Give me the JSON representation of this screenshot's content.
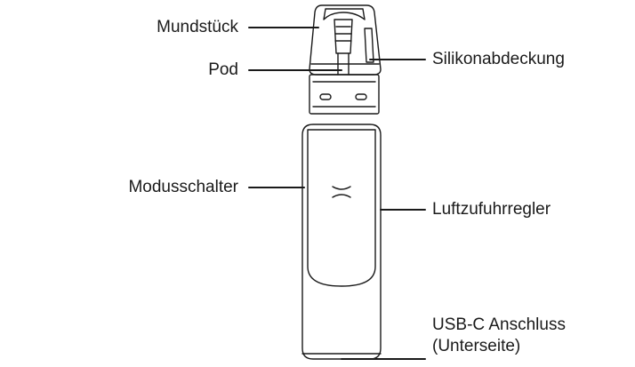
{
  "labels": {
    "mouthpiece": "Mundstück",
    "pod": "Pod",
    "silicone_cover": "Silikonabdeckung",
    "mode_switch": "Modusschalter",
    "airflow_regulator": "Luftzufuhrregler",
    "usb_line1": "USB-C Anschluss",
    "usb_line2": "(Unterseite)"
  },
  "colors": {
    "line": "#1a1a1a",
    "fill": "#ffffff"
  }
}
